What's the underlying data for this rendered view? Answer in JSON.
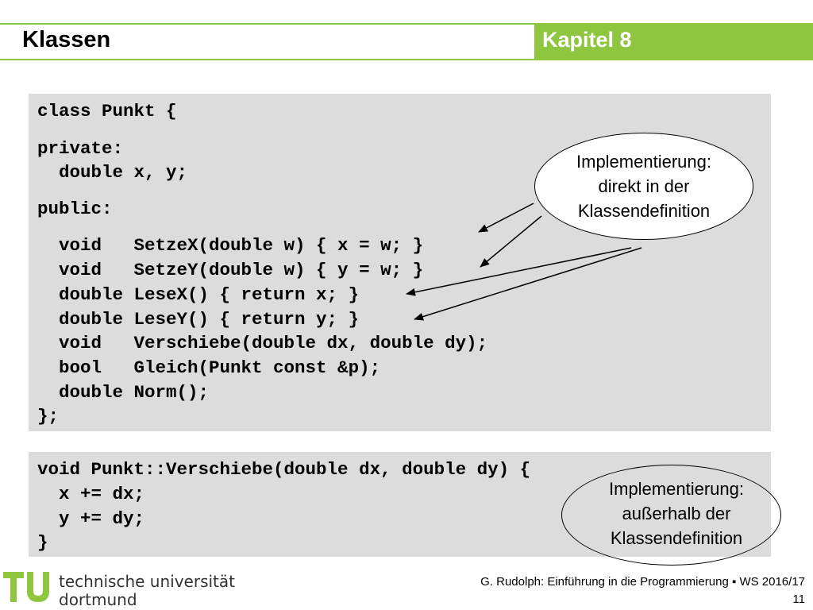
{
  "header": {
    "title": "Klassen",
    "chapter": "Kapitel 8"
  },
  "class_code": [
    "class Punkt {",
    "private:",
    "  double x, y;",
    "public:",
    "  void   SetzeX(double w) { x = w; }",
    "  void   SetzeY(double w) { y = w; }",
    "  double LeseX() { return x; }",
    "  double LeseY() { return y; }",
    "  void   Verschiebe(double dx, double dy);",
    "  bool   Gleich(Punkt const &p);",
    "  double Norm();",
    "};"
  ],
  "method_code": [
    "void Punkt::Verschiebe(double dx, double dy) {",
    "  x += dx;",
    "  y += dy;",
    "}"
  ],
  "annotations": {
    "inside": [
      "Implementierung:",
      "direkt in der",
      "Klassendefinition"
    ],
    "outside": [
      "Implementierung:",
      "außerhalb der",
      "Klassendefinition"
    ]
  },
  "footer": {
    "university_line1": "technische universität",
    "university_line2": "dortmund",
    "course": "G. Rudolph: Einführung in die Programmierung ▪ WS 2016/17",
    "page": "11"
  },
  "colors": {
    "accent_green": "#8ec63f",
    "code_background": "#dcdcdc"
  }
}
